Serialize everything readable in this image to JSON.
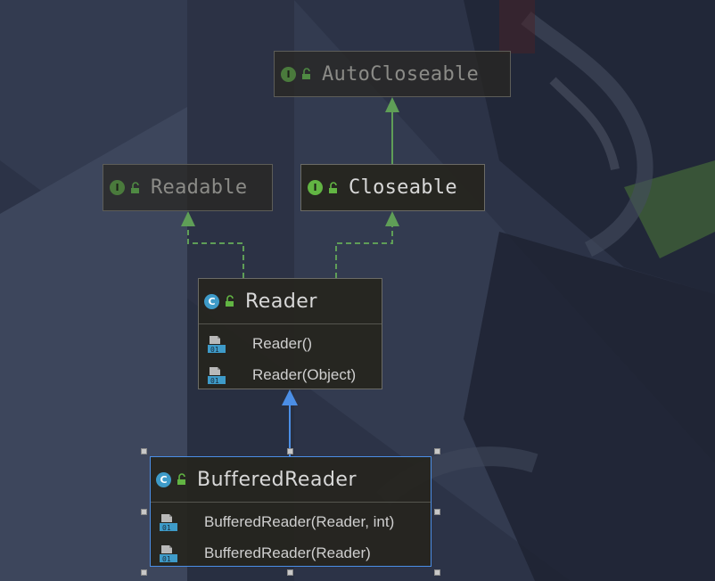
{
  "diagram": {
    "nodes": {
      "autocloseable": {
        "kind": "interface",
        "badge": "I",
        "name": "AutoCloseable",
        "members": []
      },
      "readable": {
        "kind": "interface",
        "badge": "I",
        "name": "Readable",
        "members": []
      },
      "closeable": {
        "kind": "interface",
        "badge": "I",
        "name": "Closeable",
        "members": []
      },
      "reader": {
        "kind": "class",
        "badge": "C",
        "name": "Reader",
        "members": [
          "Reader()",
          "Reader(Object)"
        ]
      },
      "bufferedreader": {
        "kind": "class",
        "badge": "C",
        "name": "BufferedReader",
        "members": [
          "BufferedReader(Reader, int)",
          "BufferedReader(Reader)"
        ]
      }
    },
    "edges": [
      {
        "from": "Closeable",
        "to": "AutoCloseable",
        "type": "extends"
      },
      {
        "from": "Reader",
        "to": "Readable",
        "type": "implements"
      },
      {
        "from": "Reader",
        "to": "Closeable",
        "type": "implements"
      },
      {
        "from": "BufferedReader",
        "to": "Reader",
        "type": "extends"
      }
    ],
    "member_icon_text": "01",
    "colors": {
      "interface_badge": "#62b543",
      "class_badge": "#3e9bc9",
      "edge_interface": "#5f9e57",
      "edge_class": "#4b8ee6",
      "selection": "#4b8ee6"
    }
  }
}
